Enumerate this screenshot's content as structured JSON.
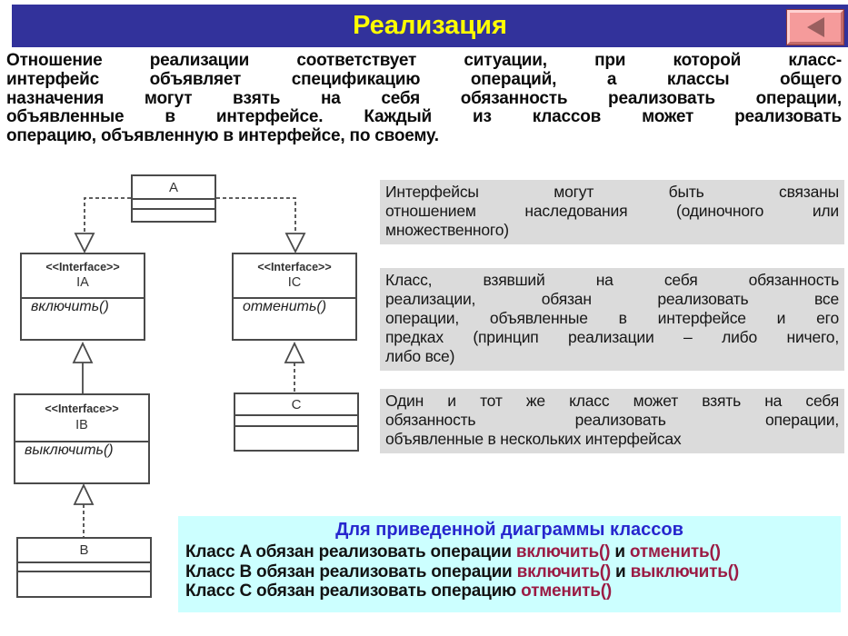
{
  "header": {
    "title": "Реализация",
    "back_button": "back"
  },
  "intro": {
    "lines": [
      "Отношение реализации соответствует ситуации, при которой класс-",
      "интерфейс объявляет спецификацию операций, а классы общего",
      "назначения могут взять на себя обязанность реализовать операции,",
      "объявленные в интерфейсе. Каждый из классов может реализовать",
      "операцию, объявленную в интерфейсе, по своему."
    ]
  },
  "diagram": {
    "classes": {
      "a": {
        "name": "A"
      },
      "ia": {
        "stereotype": "<<Interface>>",
        "name": "IA",
        "operation": "включить()"
      },
      "ic": {
        "stereotype": "<<Interface>>",
        "name": "IC",
        "operation": "отменить()"
      },
      "ib": {
        "stereotype": "<<Interface>>",
        "name": "IB",
        "operation": "выключить()"
      },
      "c": {
        "name": "C"
      },
      "b": {
        "name": "B"
      }
    },
    "relations": [
      {
        "from": "A",
        "to": "IA",
        "type": "realization"
      },
      {
        "from": "A",
        "to": "IC",
        "type": "realization"
      },
      {
        "from": "IB",
        "to": "IA",
        "type": "generalization"
      },
      {
        "from": "B",
        "to": "IB",
        "type": "realization"
      },
      {
        "from": "C",
        "to": "IC",
        "type": "realization"
      }
    ]
  },
  "notes": [
    {
      "lines": [
        "Интерфейсы могут быть связаны",
        "отношением наследования (одиночного или",
        "множественного)"
      ]
    },
    {
      "lines": [
        "Класс, взявший на себя обязанность",
        "реализации, обязан реализовать все",
        "операции, объявленные в интерфейсе и его",
        "предках (принцип реализации – либо ничего,",
        "либо все)"
      ]
    },
    {
      "lines": [
        "Один и тот же класс может взять на себя",
        "обязанность реализовать операции,",
        "объявленные в нескольких интерфейсах"
      ]
    }
  ],
  "summary": {
    "title": "Для приведенной диаграммы классов",
    "lines": [
      [
        {
          "t": "Класс A обязан реализовать операции "
        },
        {
          "t": "включить()",
          "c": "#9B1B44"
        },
        {
          "t": " и "
        },
        {
          "t": "отменить()",
          "c": "#9B1B44"
        }
      ],
      [
        {
          "t": "Класс B обязан реализовать операции "
        },
        {
          "t": "включить()",
          "c": "#9B1B44"
        },
        {
          "t": " и "
        },
        {
          "t": "выключить()",
          "c": "#9B1B44"
        }
      ],
      [
        {
          "t": "Класс C обязан реализовать операцию "
        },
        {
          "t": "отменить()",
          "c": "#9B1B44"
        }
      ]
    ]
  },
  "colors": {
    "header_bg": "#32329B",
    "header_title": "#FFFF00",
    "button_face": "#F59B9B",
    "button_arrow": "#9A5F5F",
    "note_bg": "#DBDBDB",
    "summary_bg": "#CCFFFF",
    "summary_title": "#2626CE",
    "accent_crimson": "#9B1B44"
  }
}
